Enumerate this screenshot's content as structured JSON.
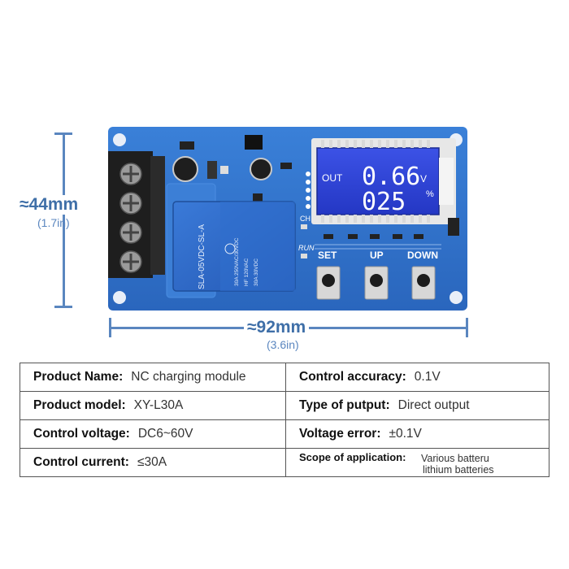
{
  "dimensions": {
    "height_main": "≈44mm",
    "height_sub": "(1.7in)",
    "width_main": "≈92mm",
    "width_sub": "(3.6in)"
  },
  "board": {
    "display_out": "OUT",
    "display_value1": "0.66",
    "display_unit1": "V",
    "display_value2": "025",
    "display_unit2": "%",
    "buttons": [
      "SET",
      "UP",
      "DOWN"
    ],
    "labels": {
      "ch": "CH",
      "run": "RUN"
    },
    "relay_text": [
      "SLA-05VDC-SL-A",
      "30A 250VAC/30VDC",
      "HF 120VAC",
      "30A 30VDC"
    ],
    "colors": {
      "pcb": "#2f72c9",
      "lcd": "#2a3fd0",
      "relay": "#2f6fce",
      "terminal": "#222222"
    }
  },
  "specs": [
    [
      {
        "label": "Product Name:",
        "value": "NC charging module"
      },
      {
        "label": "Control accuracy:",
        "value": "0.1V"
      }
    ],
    [
      {
        "label": "Product model:",
        "value": "XY-L30A"
      },
      {
        "label": "Type of putput:",
        "value": "Direct output"
      }
    ],
    [
      {
        "label": "Control voltage:",
        "value": "DC6~60V"
      },
      {
        "label": "Voltage error:",
        "value": "±0.1V"
      }
    ],
    [
      {
        "label": "Control current:",
        "value": "≤30A"
      },
      {
        "label": "Scope of application:",
        "value": "Various batteru",
        "value2": "lithium batteries"
      }
    ]
  ]
}
